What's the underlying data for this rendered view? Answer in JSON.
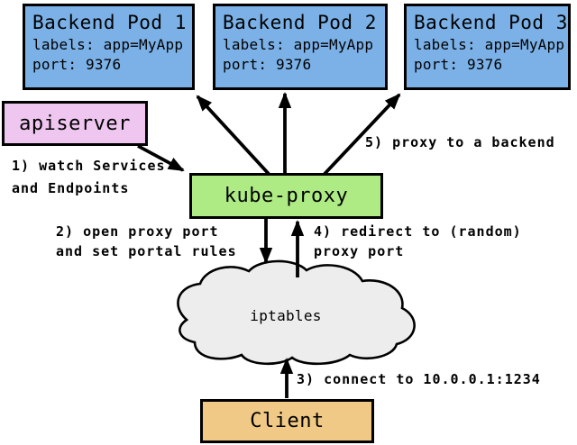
{
  "colors": {
    "pod-fill": "#7BB1E7",
    "apiserver-fill": "#EFC6F0",
    "kubeproxy-fill": "#AEEB84",
    "cloud-fill": "#EDEDED",
    "client-fill": "#EFC985",
    "stroke": "#000000"
  },
  "pods": [
    {
      "title": "Backend Pod 1",
      "labels": "labels: app=MyApp",
      "port": "port: 9376"
    },
    {
      "title": "Backend Pod 2",
      "labels": "labels: app=MyApp",
      "port": "port: 9376"
    },
    {
      "title": "Backend Pod 3",
      "labels": "labels: app=MyApp",
      "port": "port: 9376"
    }
  ],
  "apiserver": {
    "label": "apiserver"
  },
  "kube_proxy": {
    "label": "kube-proxy"
  },
  "cloud": {
    "label": "iptables"
  },
  "client": {
    "label": "Client"
  },
  "annotations": {
    "step1": "1) watch Services\nand Endpoints",
    "step2": "2) open proxy port\nand set portal rules",
    "step3": "3) connect to 10.0.0.1:1234",
    "step4": "4) redirect to (random)\nproxy port",
    "step5": "5) proxy to a backend"
  }
}
